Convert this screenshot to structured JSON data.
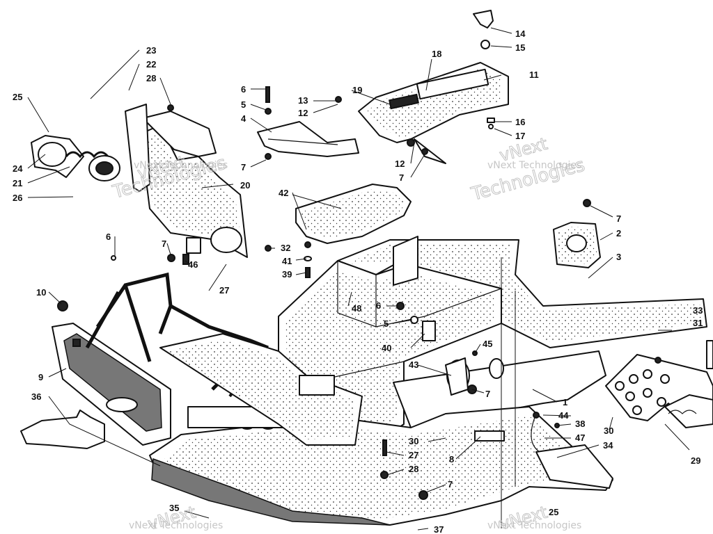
{
  "diagram": {
    "callouts": [
      "1",
      "2",
      "3",
      "4",
      "5",
      "6",
      "7",
      "8",
      "9",
      "10",
      "11",
      "12",
      "13",
      "14",
      "15",
      "16",
      "17",
      "18",
      "19",
      "20",
      "21",
      "22",
      "23",
      "24",
      "25",
      "26",
      "27",
      "28",
      "29",
      "30",
      "31",
      "32",
      "33",
      "34",
      "35",
      "36",
      "37",
      "38",
      "39",
      "40",
      "41",
      "42",
      "43",
      "44",
      "45",
      "46",
      "47",
      "48"
    ]
  },
  "watermark": {
    "brand": "vNext",
    "text": "vNext Technologies",
    "word": "Technologies"
  }
}
